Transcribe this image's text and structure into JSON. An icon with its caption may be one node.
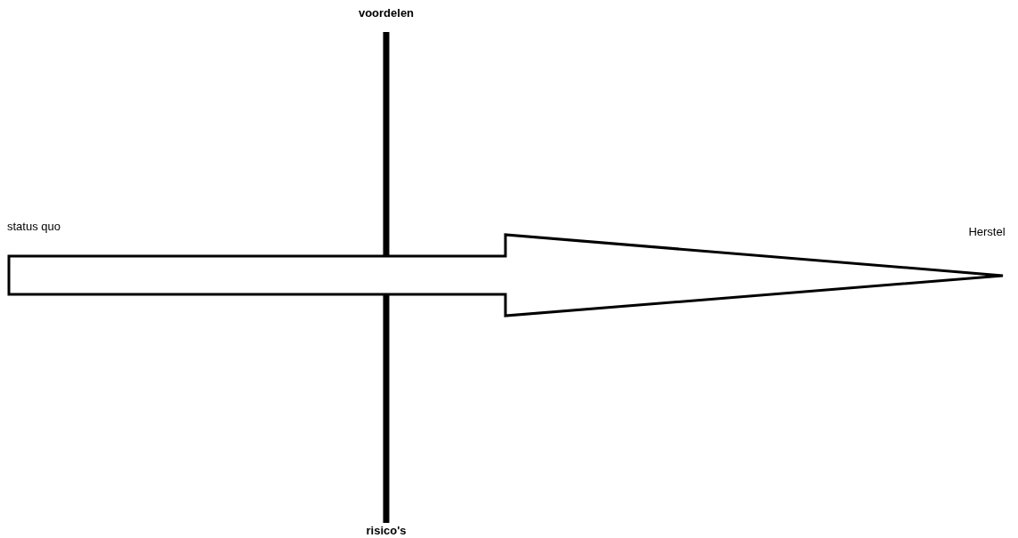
{
  "diagram": {
    "nodes": [
      {
        "text": [
          "voordelen"
        ]
      },
      {
        "text": [
          "status quo"
        ]
      },
      {
        "text": [
          "Herstel"
        ]
      },
      {
        "text": [
          "risico's"
        ]
      }
    ],
    "edges": [
      {
        "from": 0,
        "to": 3,
        "arrow": "none"
      },
      {
        "from": 1,
        "to": 2,
        "arrow": "to"
      }
    ]
  }
}
